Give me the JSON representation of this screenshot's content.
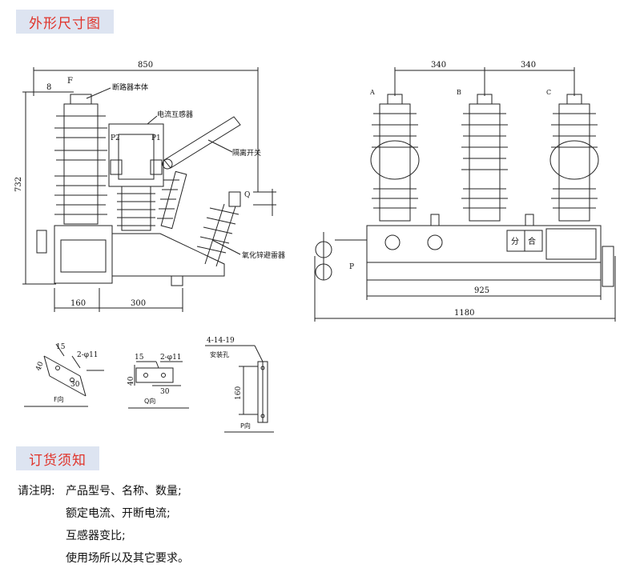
{
  "section_titles": {
    "dimensions": "外形尺寸图",
    "ordering": "订货须知"
  },
  "drawing": {
    "side": {
      "dim_width": "850",
      "dim_height": "732",
      "dim_top_small": "8",
      "label_breaker_body": "断路器本体",
      "label_ct": "电流互感器",
      "label_disconnector": "隔离开关",
      "label_arrester": "氧化锌避雷器",
      "p2": "P2",
      "p1": "P1",
      "f": "F",
      "q": "Q",
      "dim_base_left": "160",
      "dim_base_right": "300"
    },
    "front": {
      "phase_a": "A",
      "phase_b": "B",
      "phase_c": "C",
      "dim_ab": "340",
      "dim_bc": "340",
      "dim_925": "925",
      "dim_1180": "1180",
      "p": "P",
      "box_open": "分",
      "box_close": "合"
    },
    "details": {
      "f_view": {
        "d15": "15",
        "hole": "2-φ11",
        "d40": "40",
        "d30": "30",
        "label": "F向"
      },
      "q_view": {
        "d15": "15",
        "hole": "2-φ11",
        "d40": "40",
        "d30": "30",
        "label": "Q向"
      },
      "p_view": {
        "holes": "4-14-19",
        "hole_label": "安装孔",
        "d160": "160",
        "label": "P向"
      }
    }
  },
  "ordering": {
    "lead": "请注明:",
    "lines": [
      "产品型号、名称、数量;",
      "额定电流、开断电流;",
      "互感器变比;",
      "使用场所以及其它要求。"
    ]
  }
}
